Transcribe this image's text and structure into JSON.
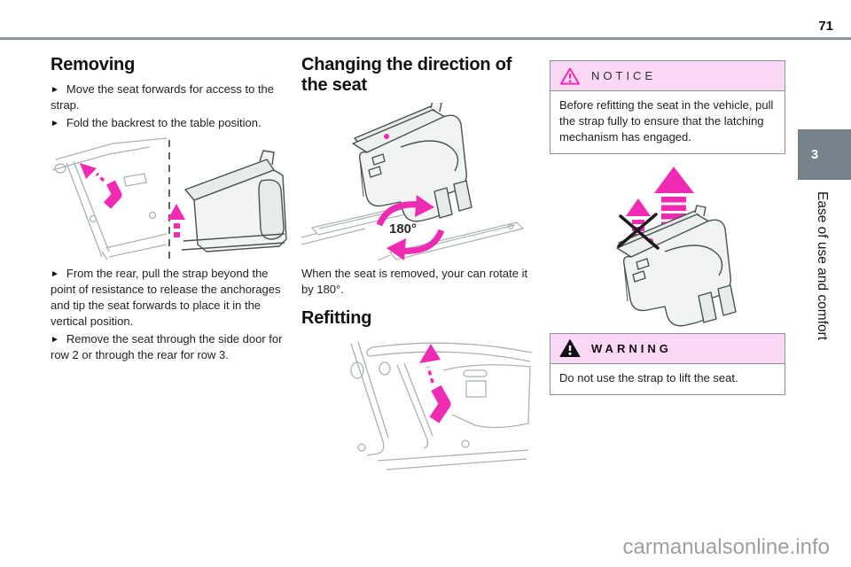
{
  "page": {
    "number": "71",
    "watermark": "carmanualsonline.info"
  },
  "sidebar": {
    "chapter_number": "3",
    "chapter_title": "Ease of use and comfort"
  },
  "ui": {
    "bullet_glyph": "►"
  },
  "left_column": {
    "heading": "Removing",
    "bullets_top": [
      "Move the seat forwards for access to the strap.",
      "Fold the backrest to the table position."
    ],
    "bullets_bottom": [
      "From the rear, pull the strap beyond the point of resistance to release the anchorages and tip the seat forwards to place it in the vertical position.",
      "Remove the seat through the side door for row 2 or through the rear for row 3."
    ]
  },
  "middle_column": {
    "heading": "Changing the direction of the seat",
    "rotation_label": "180°",
    "caption": "When the seat is removed, your can rotate it by 180°.",
    "refitting_heading": "Refitting"
  },
  "right_column": {
    "notice": {
      "title": "NOTICE",
      "body": "Before refitting the seat in the vehicle, pull the strap fully to ensure that the latching mechanism has engaged."
    },
    "warning": {
      "title": "WARNING",
      "body": "Do not use the strap to lift the seat."
    }
  },
  "colors": {
    "accent_magenta": "#ee2bb2",
    "alert_header_pink": "#fbd8f5",
    "chapter_tab_gray": "#75828a",
    "line_art_gray": "#a9b4b1",
    "seat_outline_gray": "#49524e",
    "rule_gray": "#8e989b",
    "watermark_gray": "#9f9f9f"
  }
}
